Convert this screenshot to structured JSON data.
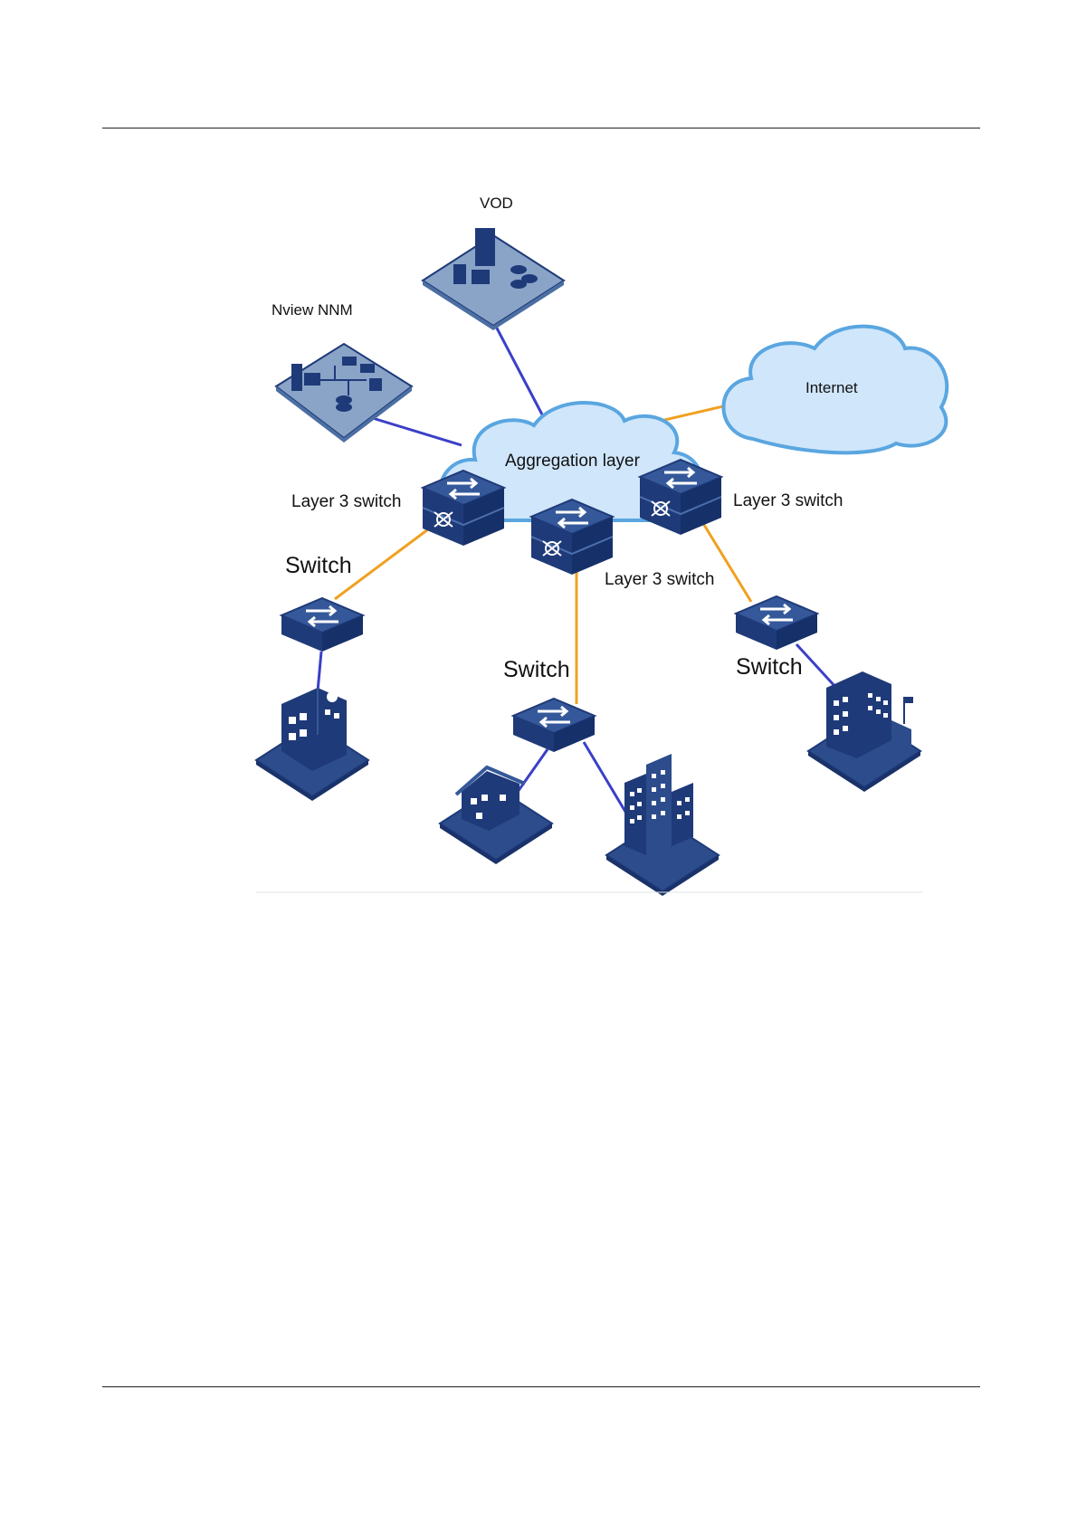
{
  "labels": {
    "vod": "VOD",
    "nview_nnm": "Nview NNM",
    "internet": "Internet",
    "aggregation_layer": "Aggregation layer",
    "l3_switch_left": "Layer 3 switch",
    "l3_switch_right": "Layer 3 switch",
    "l3_switch_center": "Layer 3 switch",
    "switch_left": "Switch",
    "switch_center": "Switch",
    "switch_right": "Switch"
  },
  "colors": {
    "blue_link": "#3b3fc8",
    "orange_link": "#f0a020",
    "device_dark": "#1f3a78",
    "device_top": "#35589a",
    "platform": "#8aa4c8",
    "cloud_fill": "#cfe6fb",
    "cloud_stroke": "#5aa6e0"
  },
  "icons": [
    "server-rack-icon",
    "network-cabinet-icon",
    "cloud-icon",
    "layer3-switch-icon",
    "switch-icon",
    "building-icon",
    "house-icon"
  ]
}
